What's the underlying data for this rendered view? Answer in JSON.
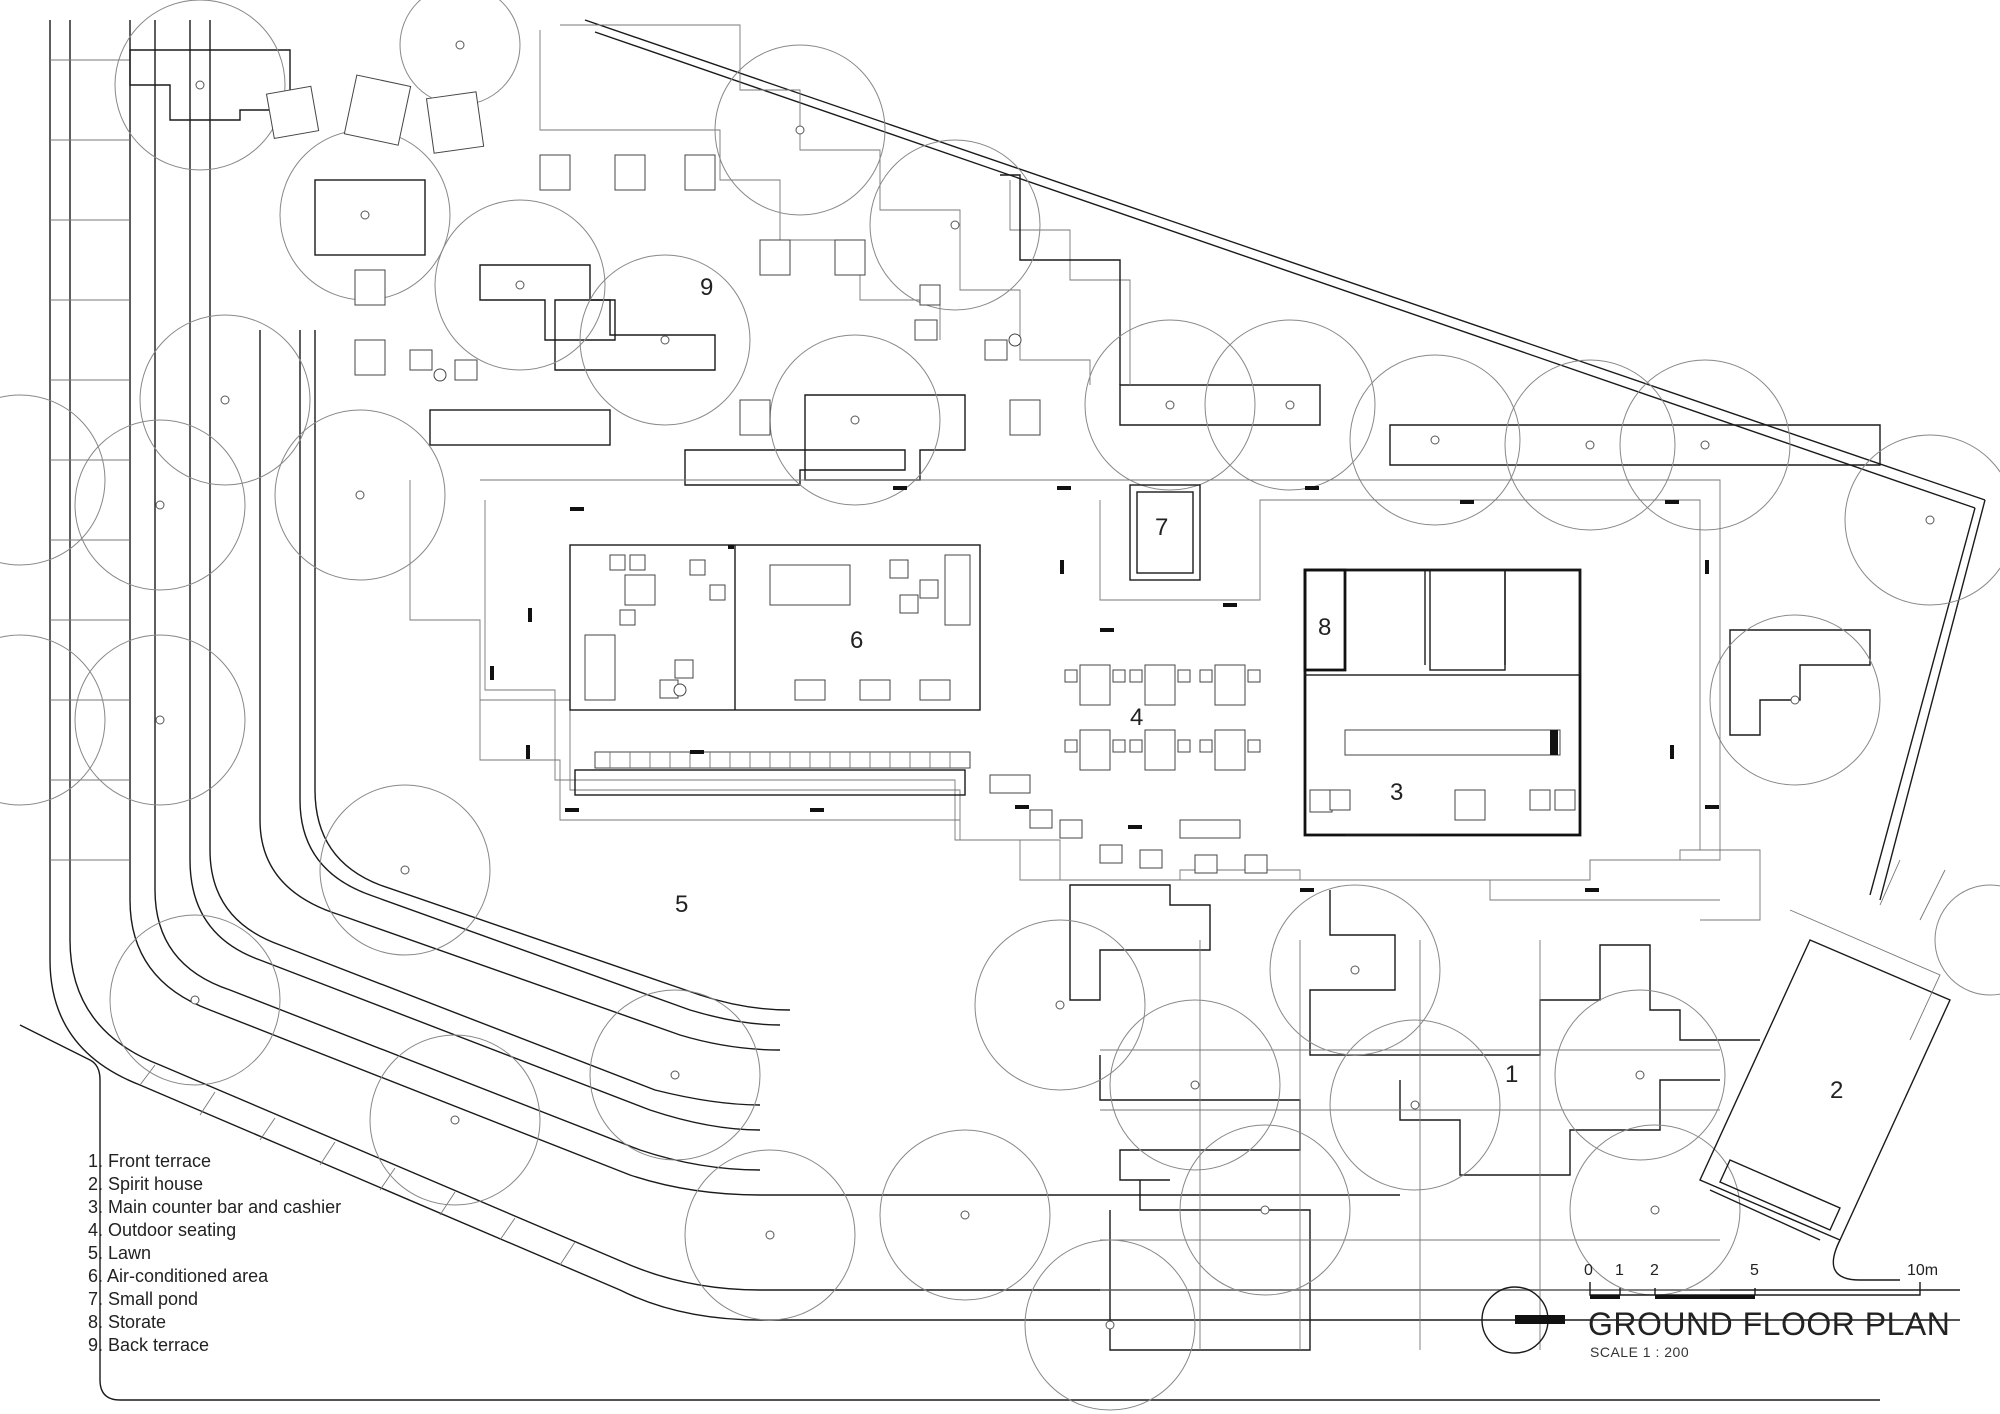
{
  "zone_labels": [
    "1",
    "2",
    "3",
    "4",
    "5",
    "6",
    "7",
    "8",
    "9"
  ],
  "legend": [
    "1. Front terrace",
    "2. Spirit house",
    "3. Main counter bar and cashier",
    "4. Outdoor seating",
    "5. Lawn",
    "6. Air-conditioned area",
    "7. Small pond",
    "8. Storate",
    "9. Back terrace"
  ],
  "scale_bar": {
    "ticks": [
      "0",
      "1",
      "2",
      "5",
      "10m"
    ]
  },
  "title": "GROUND FLOOR PLAN",
  "subtitle": "SCALE 1 : 200"
}
